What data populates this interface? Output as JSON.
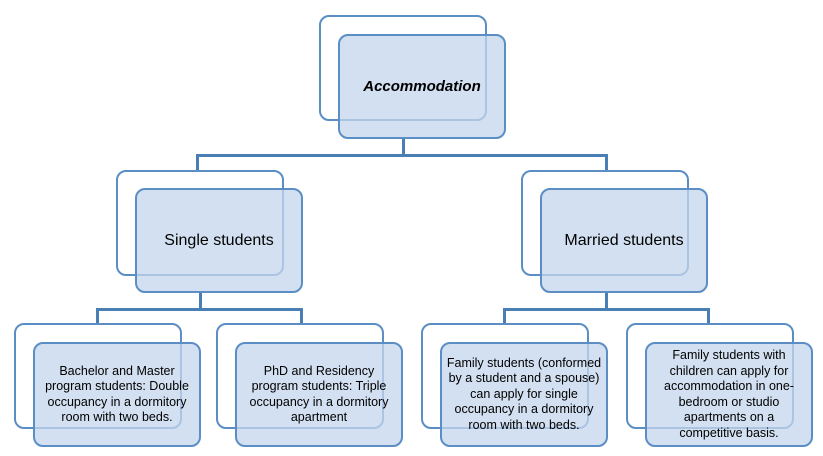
{
  "diagram": {
    "title": "Accommodation",
    "branches": [
      {
        "label": "Single students",
        "children": [
          {
            "label": "Bachelor and Master program students: Double occupancy in a dormitory room with two beds."
          },
          {
            "label": "PhD and Residency program students: Triple occupancy in a dormitory apartment"
          }
        ]
      },
      {
        "label": "Married students",
        "children": [
          {
            "label": "Family students (conformed by a student and a spouse) can apply for single occupancy in a dormitory room with two beds."
          },
          {
            "label": "Family students with children can apply for accommodation in one-bedroom or studio apartments on a competitive basis."
          }
        ]
      }
    ]
  },
  "colors": {
    "border": "#5b8ec4",
    "fill": "#d0ddef",
    "connector": "#4a7fb5"
  }
}
